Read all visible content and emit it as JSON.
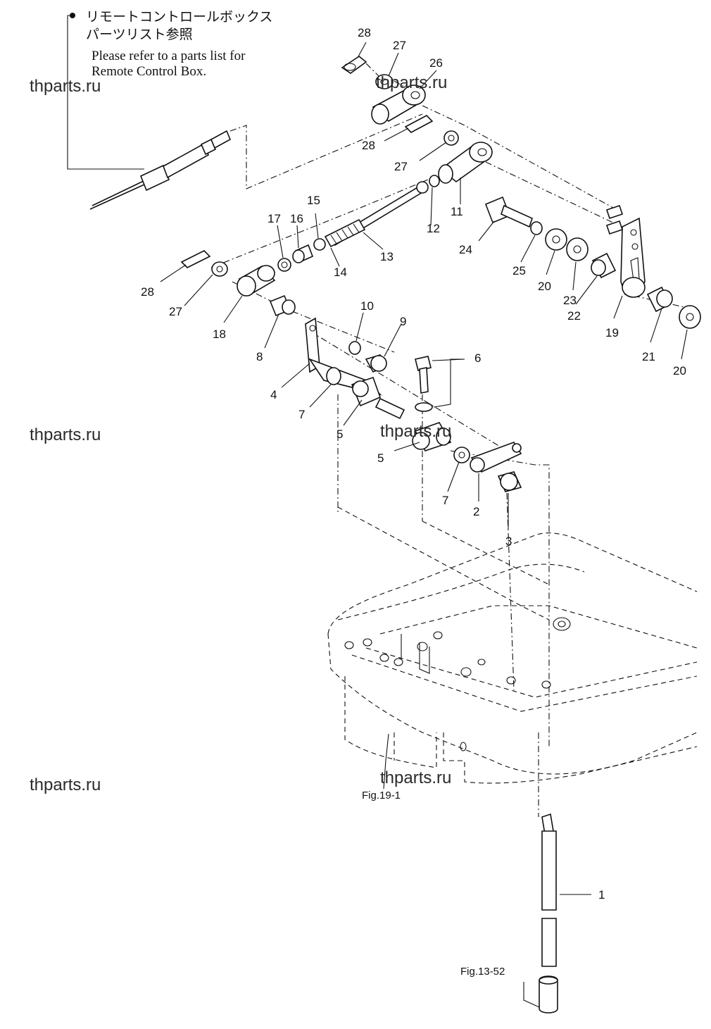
{
  "note": {
    "jp_line1": "リモートコントロールボックス",
    "jp_line2": "パーツリスト参照",
    "en_line1": "Please refer to a parts list for",
    "en_line2": "Remote Control Box."
  },
  "callouts": {
    "c1": "1",
    "c2": "2",
    "c3": "3",
    "c4": "4",
    "c5a": "5",
    "c5b": "5",
    "c6": "6",
    "c7a": "7",
    "c7b": "7",
    "c8": "8",
    "c9": "9",
    "c10": "10",
    "c11": "11",
    "c12": "12",
    "c13": "13",
    "c14": "14",
    "c15": "15",
    "c16": "16",
    "c17": "17",
    "c18": "18",
    "c19": "19",
    "c20a": "20",
    "c20b": "20",
    "c21": "21",
    "c22": "22",
    "c23": "23",
    "c24": "24",
    "c25": "25",
    "c26": "26",
    "c27a": "27",
    "c27b": "27",
    "c27c": "27",
    "c28a": "28",
    "c28b": "28",
    "c28c": "28"
  },
  "figure_refs": {
    "fig19": "Fig.19-1",
    "fig13": "Fig.13-52"
  },
  "watermarks": [
    "thparts.ru",
    "thparts.ru",
    "thparts.ru",
    "thparts.ru",
    "thparts.ru",
    "thparts.ru"
  ]
}
